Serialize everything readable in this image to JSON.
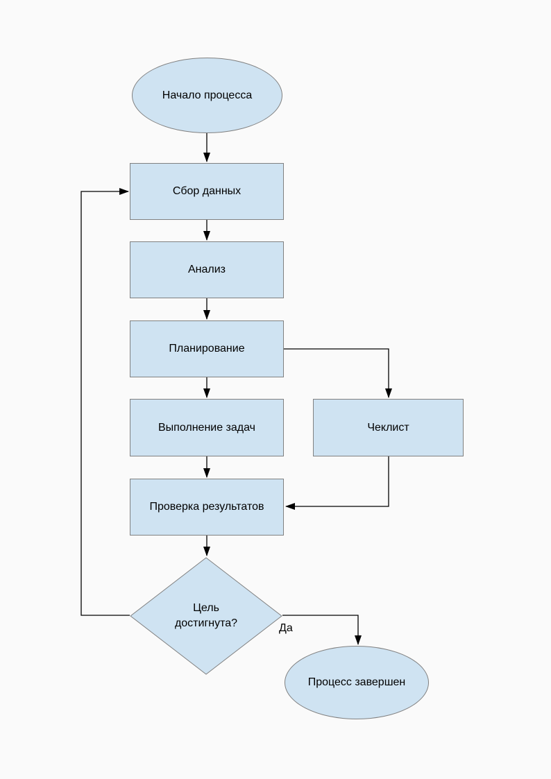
{
  "page": {
    "background": "#fafafa"
  },
  "diagram": {
    "type": "flowchart",
    "colors": {
      "node_fill": "#cfe3f2",
      "node_border": "#808080",
      "connector": "#000000",
      "text": "#000000"
    },
    "nodes": {
      "start": {
        "type": "ellipse",
        "label": "Начало процесса"
      },
      "collect": {
        "type": "process",
        "label": "Сбор данных"
      },
      "analyze": {
        "type": "process",
        "label": "Анализ"
      },
      "plan": {
        "type": "process",
        "label": "Планирование"
      },
      "execute": {
        "type": "process",
        "label": "Выполнение задач"
      },
      "checklist": {
        "type": "process",
        "label": "Чеклист"
      },
      "verify": {
        "type": "process",
        "label": "Проверка результатов"
      },
      "decision": {
        "type": "decision",
        "label": "Цель достигнута?"
      },
      "end": {
        "type": "ellipse",
        "label": "Процесс завершен"
      }
    },
    "edges": [
      {
        "from": "start",
        "to": "collect",
        "label": ""
      },
      {
        "from": "collect",
        "to": "analyze",
        "label": ""
      },
      {
        "from": "analyze",
        "to": "plan",
        "label": ""
      },
      {
        "from": "plan",
        "to": "execute",
        "label": ""
      },
      {
        "from": "plan",
        "to": "checklist",
        "label": ""
      },
      {
        "from": "execute",
        "to": "verify",
        "label": ""
      },
      {
        "from": "checklist",
        "to": "verify",
        "label": ""
      },
      {
        "from": "verify",
        "to": "decision",
        "label": ""
      },
      {
        "from": "decision",
        "to": "collect",
        "label": ""
      },
      {
        "from": "decision",
        "to": "end",
        "label": "Да"
      }
    ]
  }
}
